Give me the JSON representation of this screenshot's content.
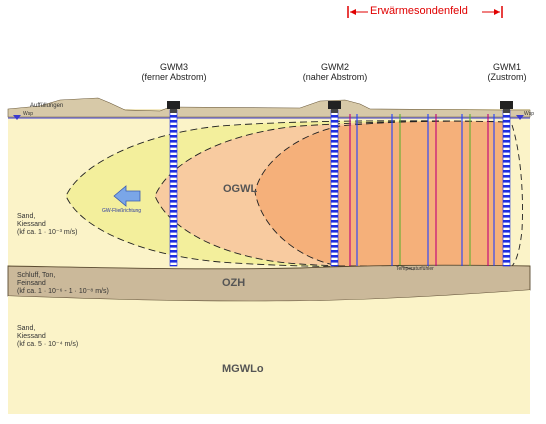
{
  "title": "Erwärmesondenfeld",
  "colors": {
    "accent_red": "#e00000",
    "sand": "#fbf3c8",
    "silt": "#cbb99a",
    "plume_yellow": "#f3ef9c",
    "plume_peach": "#f8cba0",
    "plume_orange": "#f5b07a",
    "well_blue": "#1f2fe0",
    "water_line": "#3a3ad0"
  },
  "wells": [
    {
      "name": "GWM3",
      "desc": "(ferner Abstrom)"
    },
    {
      "name": "GWM2",
      "desc": "(naher Abstrom)"
    },
    {
      "name": "GWM1",
      "desc": "(Zustrom)"
    }
  ],
  "labels": {
    "fill": "Auffüllungen",
    "water_level": "Wsp",
    "flow": "GW-Fließrichtung",
    "temp_sensor": "Temperaturfühler",
    "ogwl": "OGWL",
    "ozh": "OZH",
    "mgwlo": "MGWLo"
  },
  "layers": {
    "sand1_l1": "Sand,",
    "sand1_l2": "Kiessand",
    "sand1_l3": "(kf ca. 1 · 10⁻³ m/s)",
    "silt_l1": "Schluff, Ton,",
    "silt_l2": "Feinsand",
    "silt_l3": "(kf ca. 1 · 10⁻⁶ - 1 · 10⁻⁸ m/s)",
    "sand2_l1": "Sand,",
    "sand2_l2": "Kiessand",
    "sand2_l3": "(kf ca. 5 · 10⁻⁴ m/s)"
  },
  "icons": {
    "flow_arrow": "left-arrow-icon",
    "water_level": "water-level-triangle-icon",
    "well_head": "well-head-icon"
  }
}
